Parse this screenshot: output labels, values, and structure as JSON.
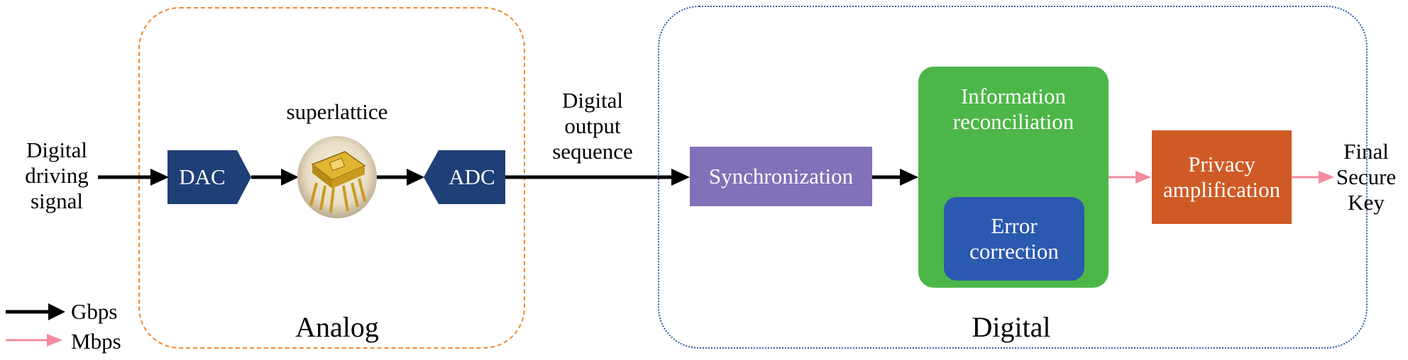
{
  "regions": {
    "analog_label": "Analog",
    "digital_label": "Digital",
    "analog_color": "#ef8b33",
    "digital_color": "#2f5aa8"
  },
  "input": {
    "lines": [
      "Digital",
      "driving",
      "signal"
    ]
  },
  "blocks": {
    "dac": "DAC",
    "adc": "ADC",
    "dac_color": "#1f3f77",
    "chip_label": "superlattice",
    "sync": "Synchronization",
    "sync_color": "#8270b8",
    "info_rec_lines": [
      "Information",
      "reconciliation"
    ],
    "info_rec_color": "#4cb748",
    "error_corr_lines": [
      "Error",
      "correction"
    ],
    "error_corr_color": "#2c59b0",
    "privacy_lines": [
      "Privacy",
      "amplification"
    ],
    "privacy_color": "#cf5a26"
  },
  "middle_label": {
    "lines": [
      "Digital",
      "output",
      "sequence"
    ]
  },
  "output": {
    "lines": [
      "Final",
      "Secure",
      "Key"
    ]
  },
  "legend": {
    "gbps": "Gbps",
    "mbps": "Mbps",
    "gbps_color": "#000000",
    "mbps_color": "#f28c9c"
  },
  "icons": {
    "chip": "superlattice-chip-icon"
  }
}
